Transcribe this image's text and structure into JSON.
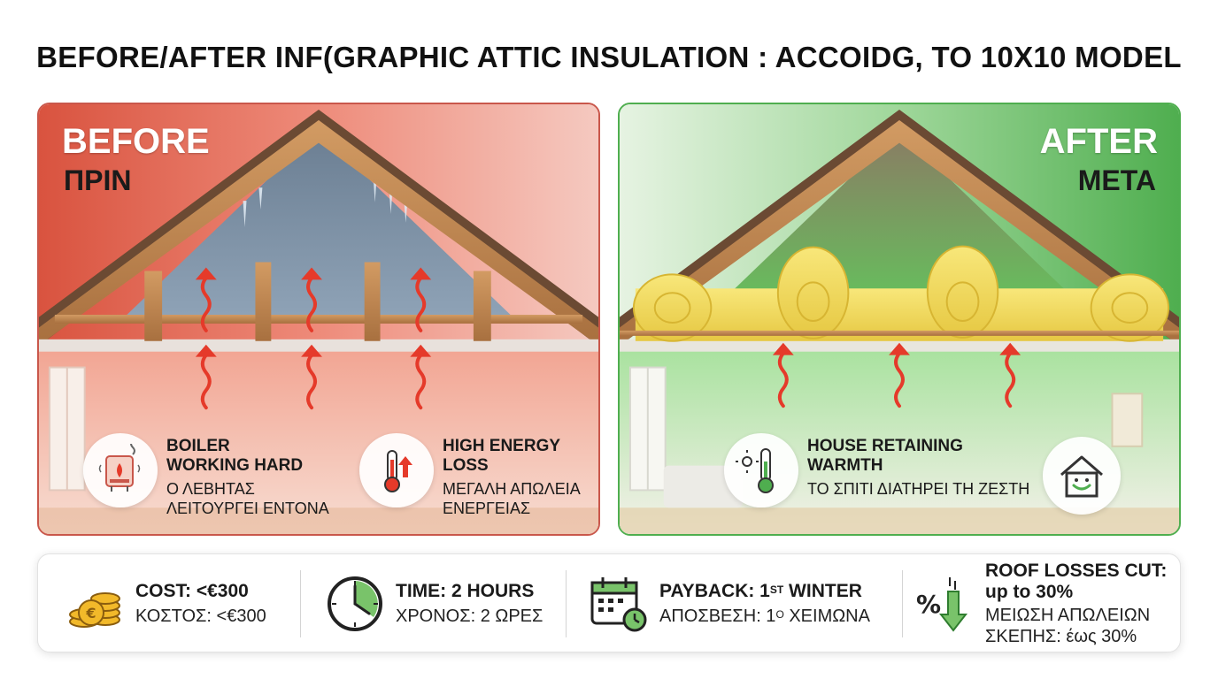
{
  "title": "BEFORE/AFTER INF(GRAPHIC ATTIC INSULATION : ACCOIDG, TO 10X10 MODEL",
  "colors": {
    "before_accent": "#c9574b",
    "after_accent": "#4fae4f",
    "heat_arrow": "#e53a2a",
    "insulation": "#f3dc5c"
  },
  "before": {
    "label_en": "BEFORE",
    "label_gr": "ΠΡΙΝ",
    "features": [
      {
        "icon": "boiler-icon",
        "title_en": [
          "BOILER",
          "WORKING HARD"
        ],
        "title_gr": [
          "Ο ΛΕΒΗΤΑΣ",
          "ΛΕΙΤΟΥΡΓΕΙ ΕΝΤΟΝΑ"
        ]
      },
      {
        "icon": "thermometer-rising-icon",
        "title_en": [
          "HIGH ENERGY",
          "LOSS"
        ],
        "title_gr": [
          "ΜΕΓΑΛΗ ΑΠΩΛΕΙΑ",
          "ΕΝΕΡΓΕΙΑΣ"
        ]
      }
    ]
  },
  "after": {
    "label_en": "AFTER",
    "label_gr": "ΜΕΤΑ",
    "features": [
      {
        "icon": "thermometer-sun-icon",
        "title_en": [
          "HOUSE RETAINING",
          "WARMTH"
        ],
        "title_gr": [
          "ΤΟ ΣΠΙΤΙ ΔΙΑΤΗΡΕΙ ΤΗ ΖΕΣΤΗ"
        ]
      },
      {
        "icon": "happy-house-icon"
      }
    ]
  },
  "stats": [
    {
      "icon": "coins-euro-icon",
      "en": "COST: <€300",
      "gr": "ΚΟΣΤΟΣ: <€300"
    },
    {
      "icon": "clock-icon",
      "en": "TIME: 2 HOURS",
      "gr": "ΧΡΟΝΟΣ: 2 ΩΡΕΣ"
    },
    {
      "icon": "calendar-icon",
      "en_pre": "PAYBACK: 1",
      "en_sup": "ST",
      "en_post": " WINTER",
      "gr_pre": "ΑΠΟΣΒΕΣΗ: 1",
      "gr_sup": "Ο",
      "gr_post": " ΧΕΙΜΩΝΑ"
    },
    {
      "icon": "percent-down-icon",
      "en": [
        "ROOF LOSSES CUT:",
        "up to 30%"
      ],
      "gr": [
        "ΜΕΙΩΣΗ ΑΠΩΛΕΙΩΝ",
        "ΣΚΕΠΗΣ: έως 30%"
      ]
    }
  ]
}
